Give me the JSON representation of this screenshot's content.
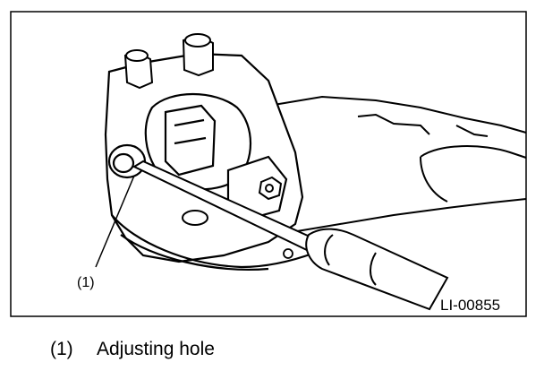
{
  "figure": {
    "callout_number": "(1)",
    "figure_id": "LI-00855"
  },
  "legend": {
    "number": "(1)",
    "text": "Adjusting hole"
  }
}
